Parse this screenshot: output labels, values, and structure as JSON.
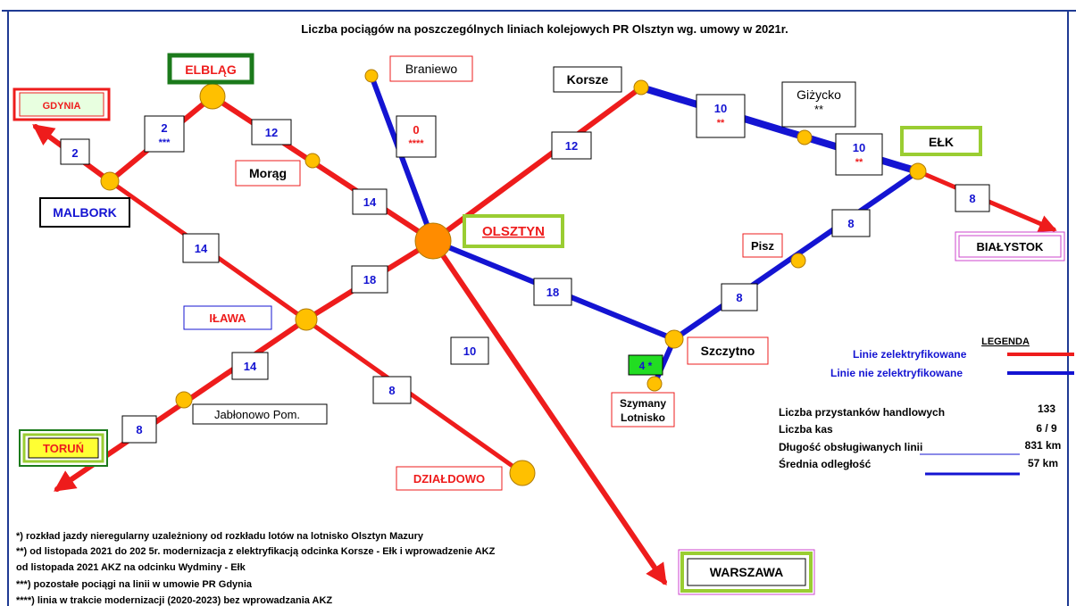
{
  "title": "Liczba pociągów na poszczególnych liniach kolejowych PR Olsztyn wg. umowy w 2021r.",
  "colors": {
    "electrified": "#ee1c1c",
    "non_electrified": "#1414d2",
    "station": "#ffc000",
    "hub": "#ff8c00",
    "frame": "#1f3a93"
  },
  "cities": {
    "gdynia": "GDYNIA",
    "elblag": "ELBLĄG",
    "braniewo": "Braniewo",
    "korsze": "Korsze",
    "gizycko": "Giżycko",
    "gizycko_note": "**",
    "elk": "EŁK",
    "malbork": "MALBORK",
    "morag": "Morąg",
    "olsztyn": "OLSZTYN",
    "bialystok": "BIAŁYSTOK",
    "pisz": "Pisz",
    "ilawa": "IŁAWA",
    "szczytno": "Szczytno",
    "szymany_1": "Szymany",
    "szymany_2": "Lotnisko",
    "jablonowo": "Jabłonowo Pom.",
    "torun": "TORUŃ",
    "dzialdowo": "DZIAŁDOWO",
    "warszawa": "WARSZAWA"
  },
  "counts": {
    "malbork_gdynia": "2",
    "malbork_elblag": "2",
    "malbork_elblag_mark": "***",
    "elblag_morag": "12",
    "morag_olsztyn": "14",
    "braniewo": "0",
    "braniewo_mark": "****",
    "korsze": "12",
    "korsze_gizycko": "10",
    "korsze_gizycko_mark": "**",
    "gizycko_elk": "10",
    "gizycko_elk_mark": "**",
    "elk_bialystok": "8",
    "pisz_elk": "8",
    "szczytno_pisz": "8",
    "olsztyn_szczytno": "18",
    "szymany": "4 *",
    "malbork_ilawa": "14",
    "ilawa_olsztyn": "18",
    "ilawa_jablonowo": "14",
    "jablonowo_torun": "8",
    "ilawa_dzialdowo": "8",
    "olsztyn_dzialdowo": "10"
  },
  "legend": {
    "heading": "LEGENDA",
    "electrified": "Linie zelektryfikowane",
    "non_electrified": "Linie nie zelektryfikowane"
  },
  "stats": [
    {
      "label": "Liczba przystanków handlowych",
      "value": "133"
    },
    {
      "label": "Liczba kas",
      "value": "6 / 9"
    },
    {
      "label": "Długość obsługiwanych linii",
      "value": "831 km"
    },
    {
      "label": "Średnia odległość",
      "value": "57 km"
    }
  ],
  "footnotes": [
    "*) rozkład jazdy nieregularny uzależniony od rozkładu lotów na lotnisko Olsztyn Mazury",
    "**) od listopada 2021 do 202 5r. modernizacja z elektryfikacją odcinka Korsze - Ełk i wprowadzenie AKZ",
    "od listopada 2021 AKZ na odcinku Wydminy - Ełk",
    "***) pozostałe pociągi na linii w umowie PR Gdynia",
    "****) linia w trakcie modernizacji (2020-2023) bez wprowadzania AKZ"
  ]
}
